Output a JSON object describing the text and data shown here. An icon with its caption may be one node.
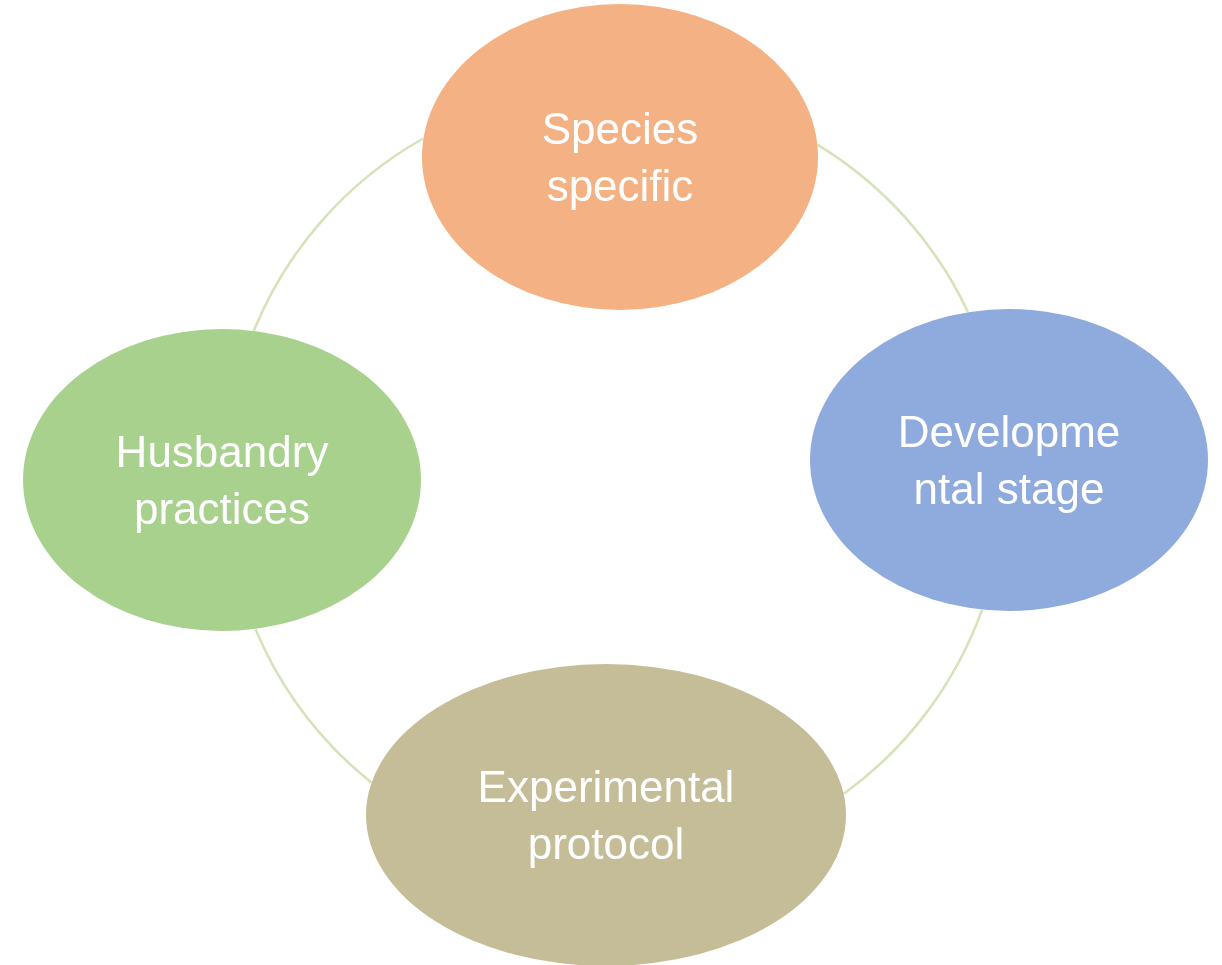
{
  "diagram": {
    "nodes": [
      {
        "text": [
          "Species specific"
        ]
      },
      {
        "text": [
          "Developmental stage"
        ]
      },
      {
        "text": [
          "Experimental protocol"
        ]
      },
      {
        "text": [
          "Husbandry practices"
        ]
      }
    ],
    "edges": [
      {
        "from": 0,
        "to": 1,
        "arrow": "none"
      },
      {
        "from": 1,
        "to": 2,
        "arrow": "none"
      },
      {
        "from": 2,
        "to": 3,
        "arrow": "none"
      },
      {
        "from": 3,
        "to": 0,
        "arrow": "none"
      }
    ]
  }
}
